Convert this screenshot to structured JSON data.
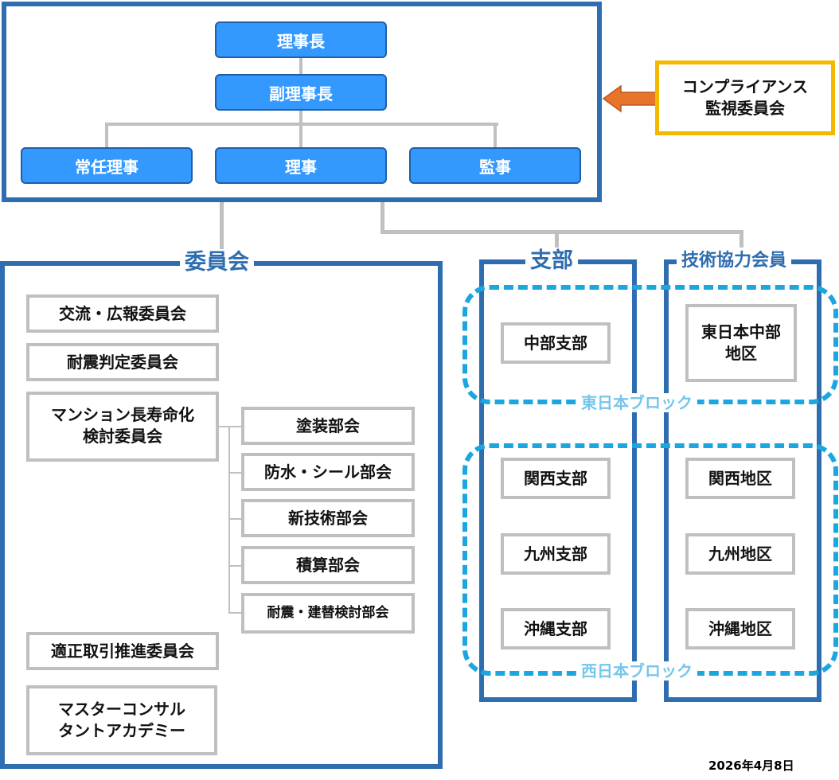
{
  "board": {
    "chairman": "理事長",
    "vice_chairman": "副理事長",
    "executive_director": "常任理事",
    "director": "理事",
    "auditor": "監事"
  },
  "compliance": "コンプライアンス\n監視委員会",
  "committees": {
    "title": "委員会",
    "exchange_pr": "交流・広報委員会",
    "seismic_judgement": "耐震判定委員会",
    "longevity": "マンション長寿命化\n検討委員会",
    "subcommittees": [
      "塗装部会",
      "防水・シール部会",
      "新技術部会",
      "積算部会",
      "耐震・建替検討部会"
    ],
    "fair_trade": "適正取引推進委員会",
    "master_academy": "マスターコンサル\nタントアカデミー"
  },
  "branches": {
    "title": "支部",
    "chubu": "中部支部",
    "kansai": "関西支部",
    "kyushu": "九州支部",
    "okinawa": "沖縄支部"
  },
  "tech_members": {
    "title": "技術協力会員",
    "east_central": "東日本中部\n地区",
    "kansai": "関西地区",
    "kyushu": "九州地区",
    "okinawa": "沖縄地区"
  },
  "blocks": {
    "east": "東日本ブロック",
    "west": "西日本ブロック"
  },
  "date": "2026年4月8日",
  "colors": {
    "frame_blue": "#2e6db0",
    "box_blue": "#3399ff",
    "connector_gray": "#c0c0c0",
    "block_dash": "#1ba6e0",
    "compliance_border": "#f5b800",
    "arrow_orange": "#e8742a"
  }
}
